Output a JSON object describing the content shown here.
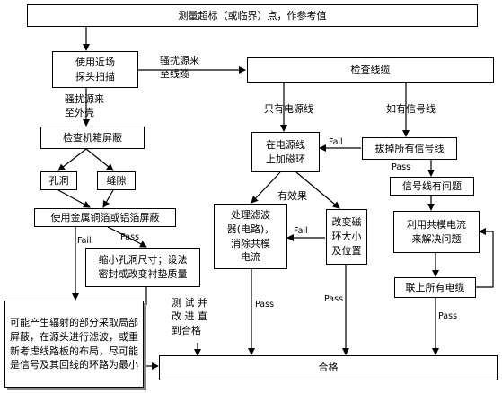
{
  "nodes": {
    "top": "测量超标（或临界）点，作参考值",
    "near_probe": "使用近场\n探头扫描",
    "check_cable": "检查线缆",
    "check_chassis": "检查机箱屏蔽",
    "hole": "孔洞",
    "gap": "缝隙",
    "metal_foil": "使用金属铜箔或铝箔屏蔽",
    "reduce_hole": "缩小孔洞尺寸；设法\n密封或改变衬垫质量",
    "radiation_source": "可能产生辐射的部分采取局部屏蔽，在源头进行滤波，或重新考虑线路板的布局，尽可能是信号及其回线的环路为最小",
    "test_again": "测 试 并\n改 进 直\n到合格",
    "power_ring": "在电源线\n上加磁环",
    "unplug_signal": "拔掉所有信号线",
    "filter_circuit": "处理滤波\n器(电路)，\n消除共模\n电流",
    "change_ring": "改变磁\n环大小\n及位置",
    "signal_problem": "信号线有问题",
    "common_mode": "利用共模电流\n来解决问题",
    "connect_all": "联上所有电缆",
    "pass_box": "合格"
  },
  "labels": {
    "interference_cable": "骚扰源来\n至线缆",
    "interference_shell": "骚扰源来\n至外壳",
    "only_power": "只有电源线",
    "has_signal": "如有信号线",
    "fail_power": "Fail",
    "pass_signal": "Pass",
    "effective": "有效果",
    "fail_filter": "Fail",
    "fail_foil": "Fail",
    "pass_foil": "Pass",
    "pass_filter": "Pass",
    "pass_ring": "Pass",
    "pass_connect": "Pass"
  }
}
